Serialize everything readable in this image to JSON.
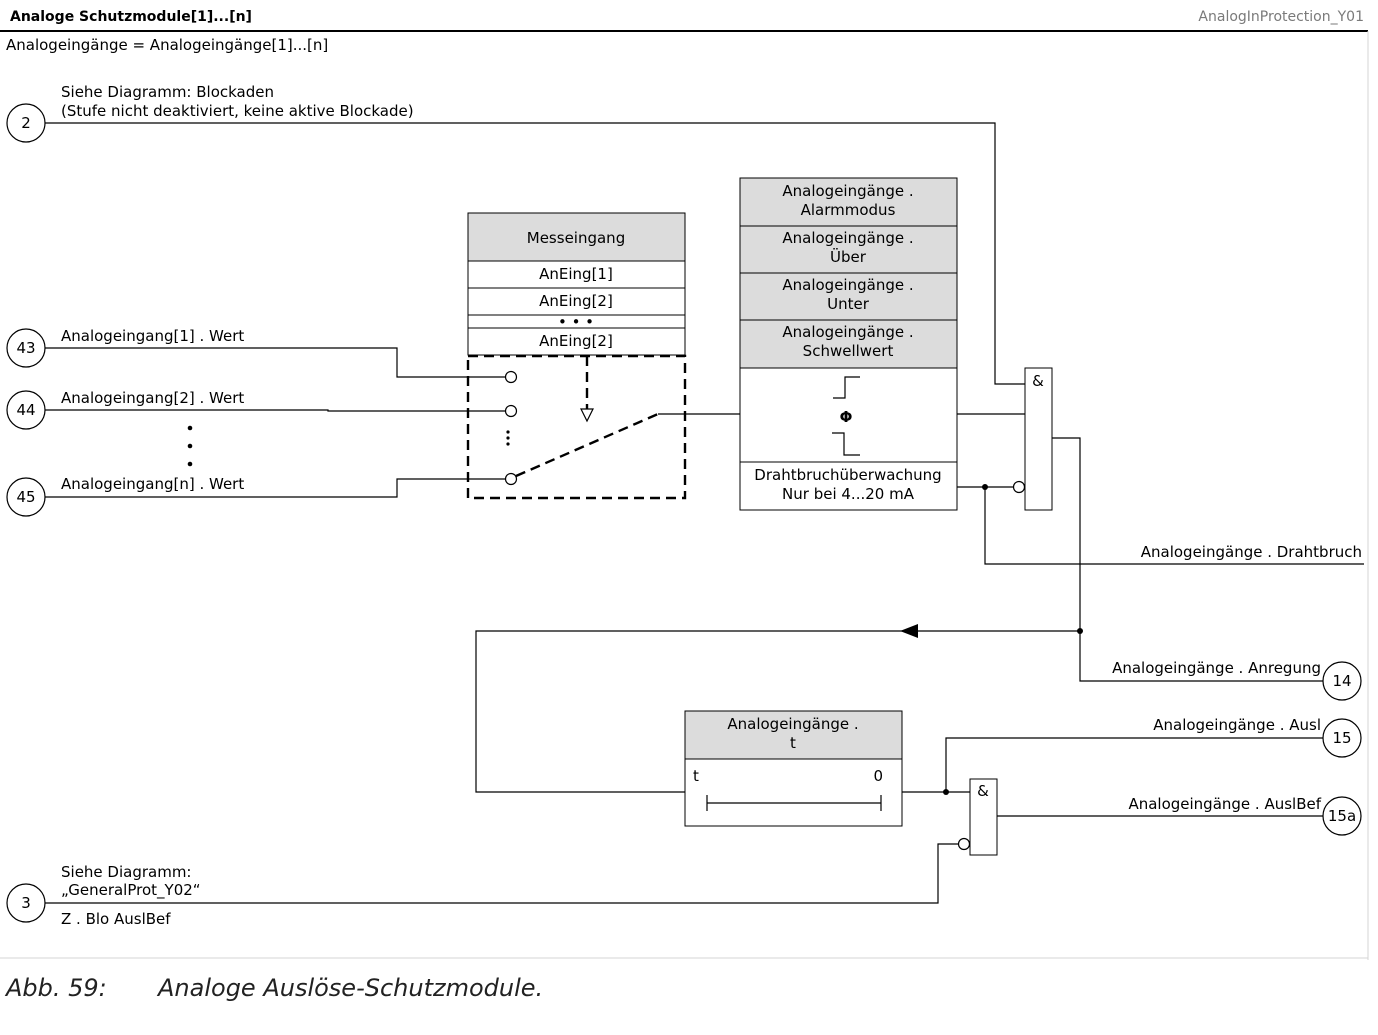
{
  "header": {
    "title": "Analoge Schutzmodule[1]...[n]",
    "diagram_id": "AnalogInProtection_Y01",
    "subtitle": "Analogeingänge = Analogeingänge[1]...[n]"
  },
  "inputs": {
    "blockade": {
      "node": "2",
      "line1": "Siehe Diagramm: Blockaden",
      "line2": "(Stufe nicht deaktiviert, keine aktive Blockade)"
    },
    "in1": {
      "node": "43",
      "label": "Analogeingang[1] . Wert"
    },
    "in2": {
      "node": "44",
      "label": "Analogeingang[2] . Wert"
    },
    "inn": {
      "node": "45",
      "label": "Analogeingang[n] . Wert"
    },
    "general": {
      "node": "3",
      "line1": "Siehe Diagramm:",
      "line2": "„GeneralProt_Y02“",
      "line3": "Z . Blo AuslBef"
    }
  },
  "mess": {
    "header": "Messeingang",
    "rows": [
      "AnEing[1]",
      "AnEing[2]",
      "• • •",
      "AnEing[2]"
    ]
  },
  "params": {
    "alarm_l1": "Analogeingänge .",
    "alarm_l2": "Alarmmodus",
    "ueber_l1": "Analogeingänge .",
    "ueber_l2": "Über",
    "unter_l1": "Analogeingänge .",
    "unter_l2": "Unter",
    "schw_l1": "Analogeingänge .",
    "schw_l2": "Schwellwert",
    "phi": "Φ",
    "draht_l1": "Drahtbruchüberwachung",
    "draht_l2": "Nur bei 4...20 mA"
  },
  "gates": {
    "and1": "&",
    "and2": "&"
  },
  "timer": {
    "l1": "Analogeingänge .",
    "l2": "t",
    "t_label": "t",
    "zero_label": "0"
  },
  "outputs": {
    "drahtbruch": {
      "label": "Analogeingänge . Drahtbruch"
    },
    "anregung": {
      "label": "Analogeingänge . Anregung",
      "node": "14"
    },
    "ausl": {
      "label": "Analogeingänge . Ausl",
      "node": "15"
    },
    "auslbef": {
      "label": "Analogeingänge . AuslBef",
      "node": "15a"
    }
  },
  "caption": {
    "number": "Abb. 59:",
    "text": "Analoge Auslöse-Schutzmodule."
  }
}
